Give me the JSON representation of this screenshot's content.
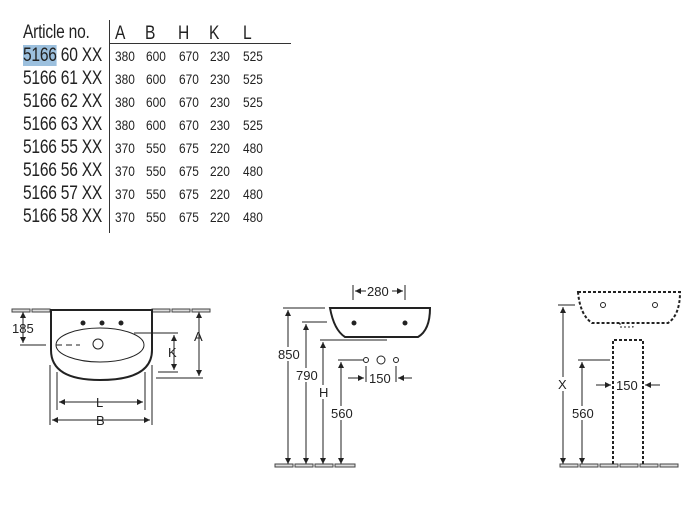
{
  "table": {
    "header": {
      "article": "Article no.",
      "cols": [
        "A",
        "B",
        "H",
        "K",
        "L"
      ]
    },
    "rows": [
      {
        "prefix": "5166",
        "suffix": "60 XX",
        "values": [
          "380",
          "600",
          "670",
          "230",
          "525"
        ],
        "selected": true
      },
      {
        "prefix": "5166",
        "suffix": "61 XX",
        "values": [
          "380",
          "600",
          "670",
          "230",
          "525"
        ]
      },
      {
        "prefix": "5166",
        "suffix": "62 XX",
        "values": [
          "380",
          "600",
          "670",
          "230",
          "525"
        ]
      },
      {
        "prefix": "5166",
        "suffix": "63 XX",
        "values": [
          "380",
          "600",
          "670",
          "230",
          "525"
        ]
      },
      {
        "prefix": "5166",
        "suffix": "55 XX",
        "values": [
          "370",
          "550",
          "675",
          "220",
          "480"
        ]
      },
      {
        "prefix": "5166",
        "suffix": "56 XX",
        "values": [
          "370",
          "550",
          "675",
          "220",
          "480"
        ]
      },
      {
        "prefix": "5166",
        "suffix": "57 XX",
        "values": [
          "370",
          "550",
          "675",
          "220",
          "480"
        ]
      },
      {
        "prefix": "5166",
        "suffix": "58 XX",
        "values": [
          "370",
          "550",
          "675",
          "220",
          "480"
        ]
      }
    ]
  },
  "drawings": {
    "front": {
      "d185": "185",
      "A": "A",
      "K": "K",
      "L": "L",
      "B": "B"
    },
    "side": {
      "d280": "280",
      "d850": "850",
      "d790": "790",
      "H": "H",
      "d560": "560",
      "d150": "150"
    },
    "pedestal": {
      "X": "X",
      "d560": "560",
      "d150": "150"
    }
  },
  "colors": {
    "selection": "#9cc0de",
    "line": "#222222"
  }
}
